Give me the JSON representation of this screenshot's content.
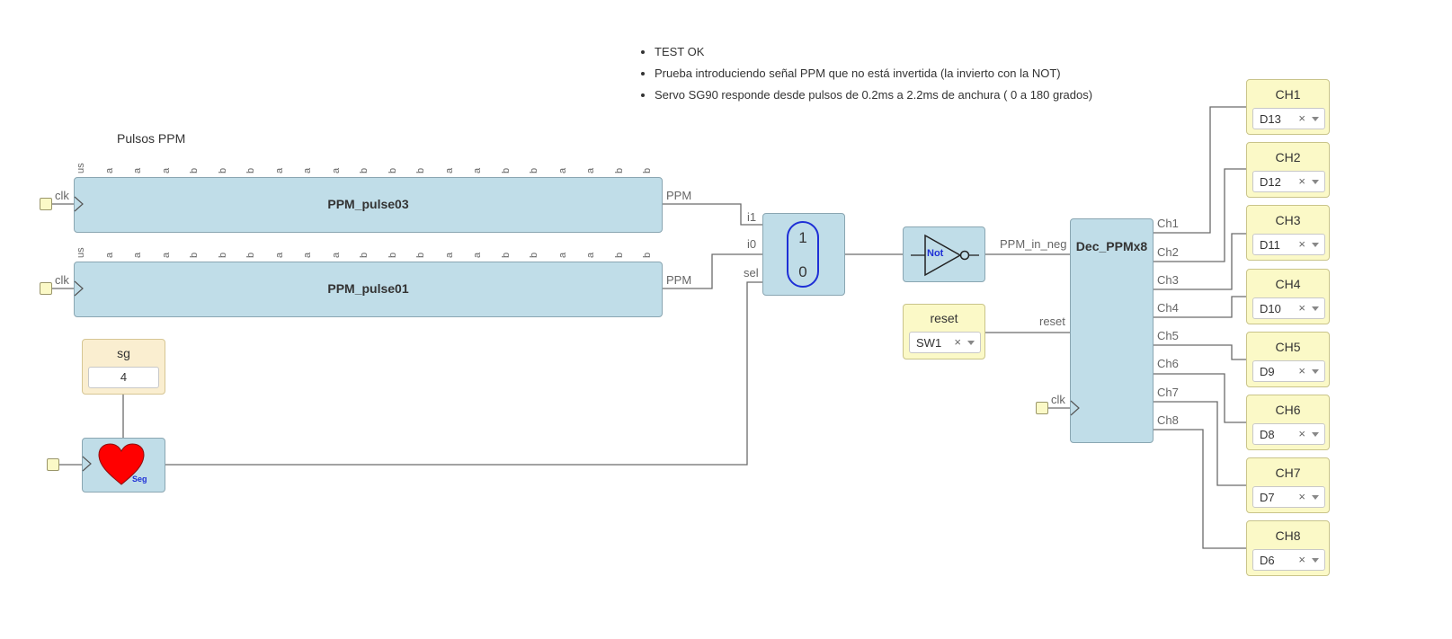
{
  "notes": [
    "TEST OK",
    "Prueba introduciendo señal PPM que no está invertida (la invierto con la NOT)",
    "Servo SG90 responde desde pulsos de 0.2ms a 2.2ms de anchura ( 0 a 180 grados)"
  ],
  "comment_label": "Pulsos PPM",
  "ppm_params": [
    "us",
    "a",
    "a",
    "a",
    "b",
    "b",
    "b",
    "a",
    "a",
    "a",
    "b",
    "b",
    "b",
    "a",
    "a",
    "b",
    "b",
    "a",
    "a",
    "b",
    "b"
  ],
  "block_ppm03": {
    "title": "PPM_pulse03",
    "in": "clk",
    "out": "PPM"
  },
  "block_ppm01": {
    "title": "PPM_pulse01",
    "in": "clk",
    "out": "PPM"
  },
  "mux": {
    "in1": "i1",
    "in0": "i0",
    "sel": "sel",
    "top": "1",
    "bottom": "0"
  },
  "not_gate": {
    "label": "Not",
    "out": "PPM_in_neg"
  },
  "decoder": {
    "title": "Dec_PPMx8",
    "reset": "reset",
    "clk": "clk",
    "outputs": [
      "Ch1",
      "Ch2",
      "Ch3",
      "Ch4",
      "Ch5",
      "Ch6",
      "Ch7",
      "Ch8"
    ]
  },
  "reset_input": {
    "title": "reset",
    "value": "SW1",
    "clear": "×"
  },
  "sg_const": {
    "title": "sg",
    "value": "4"
  },
  "heart": {
    "label": "Seg"
  },
  "outputs": [
    {
      "title": "CH1",
      "value": "D13",
      "clear": "×"
    },
    {
      "title": "CH2",
      "value": "D12",
      "clear": "×"
    },
    {
      "title": "CH3",
      "value": "D11",
      "clear": "×"
    },
    {
      "title": "CH4",
      "value": "D10",
      "clear": "×"
    },
    {
      "title": "CH5",
      "value": "D9",
      "clear": "×"
    },
    {
      "title": "CH6",
      "value": "D8",
      "clear": "×"
    },
    {
      "title": "CH7",
      "value": "D7",
      "clear": "×"
    },
    {
      "title": "CH8",
      "value": "D6",
      "clear": "×"
    }
  ],
  "colors": {
    "block": "#c0dde8",
    "io": "#fbf9c7",
    "const": "#faeed0",
    "wire": "#666666",
    "heart": "#ff0000",
    "mux": "#1e2fd6"
  }
}
